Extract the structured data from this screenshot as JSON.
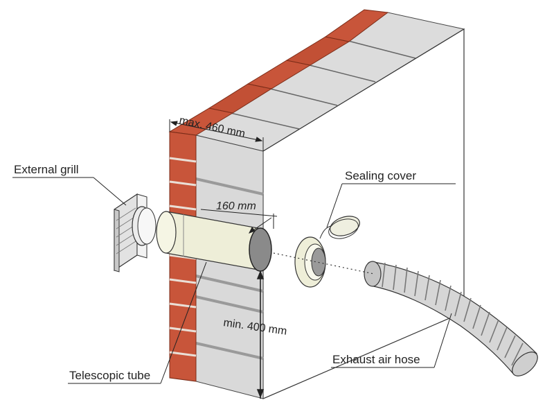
{
  "labels": {
    "external_grill": "External grill",
    "sealing_cover": "Sealing cover",
    "telescopic_tube": "Telescopic tube",
    "exhaust_air_hose": "Exhaust air hose"
  },
  "dimensions": {
    "wall_thickness": "max. 460 mm",
    "tube_diameter": "160 mm",
    "floor_clearance": "min. 400 mm"
  },
  "colors": {
    "brick": "#c8553a",
    "mortar": "#e8e2dc",
    "block_face": "#d8d8d8",
    "block_top": "#dcdcdc",
    "block_side": "#f4f4f4",
    "tube": "#eeeed8",
    "hose": "#d4d4d4",
    "line": "#222222"
  }
}
